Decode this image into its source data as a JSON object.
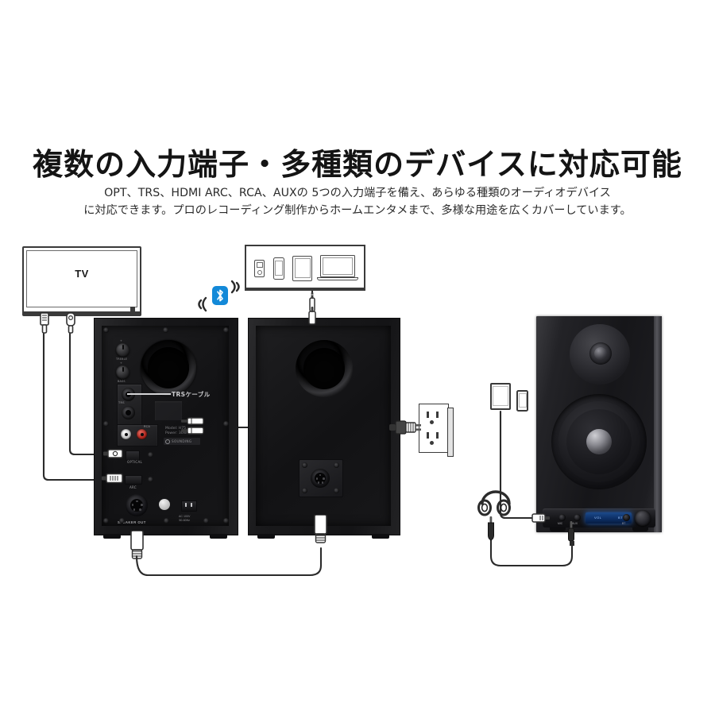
{
  "header": {
    "headline": "複数の入力端子・多種類のデバイスに対応可能",
    "subcopy_line1": "OPT、TRS、HDMI ARC、RCA、AUXの 5つの入力端子を備え、あらゆる種類のオーディオデバイス",
    "subcopy_line2": "に対応できます。プロのレコーディング制作からホームエンタメまで、多様な用途を広くカバーしています。"
  },
  "diagram": {
    "tv": {
      "label": "TV"
    },
    "devices_panel": {
      "items": [
        "mp3-player-icon",
        "smartphone-icon",
        "tablet-icon",
        "laptop-icon"
      ]
    },
    "bluetooth": {
      "icon": "bluetooth-icon",
      "color": "#1389d8"
    },
    "speaker_active": {
      "knobs": [
        {
          "top_label": "+",
          "bottom_label": "TREBLE"
        },
        {
          "top_label": "+",
          "bottom_label": "BASS"
        }
      ],
      "trs_cable_label": "TRSケーブル",
      "jack_labels": {
        "trs": "TRS",
        "rca": "RCA",
        "optical": "OPTICAL",
        "arc": "ARC",
        "speaker_out": "SPEAKER OUT"
      },
      "model_line1": "Model: H75",
      "model_line2": "Power: 30W x2",
      "brand": "SOUNDING",
      "ac_label_line1": "AC 100V",
      "ac_label_line2": "50-60Hz"
    },
    "speaker_passive": {
      "connector": "speaker-din-jack"
    },
    "speaker_front": {
      "panel_labels": {
        "aux": "AUX",
        "mic": "MIC",
        "bt": "BT"
      },
      "display_left": "VOL",
      "display_right": "BT",
      "accent_color": "#1c4a8a"
    },
    "outlet": {
      "name": "wall-power-outlet"
    },
    "headphones": {
      "name": "headphones-icon"
    },
    "right_devices": {
      "items": [
        "tablet-icon",
        "smartphone-icon"
      ]
    }
  },
  "colors": {
    "background": "#ffffff",
    "text": "#141414",
    "bluetooth_blue": "#1389d8",
    "display_blue": "#1c4a8a",
    "cabinet_dark": "#17171a",
    "rca_red": "#b1251c",
    "rca_white": "#ffffff"
  }
}
